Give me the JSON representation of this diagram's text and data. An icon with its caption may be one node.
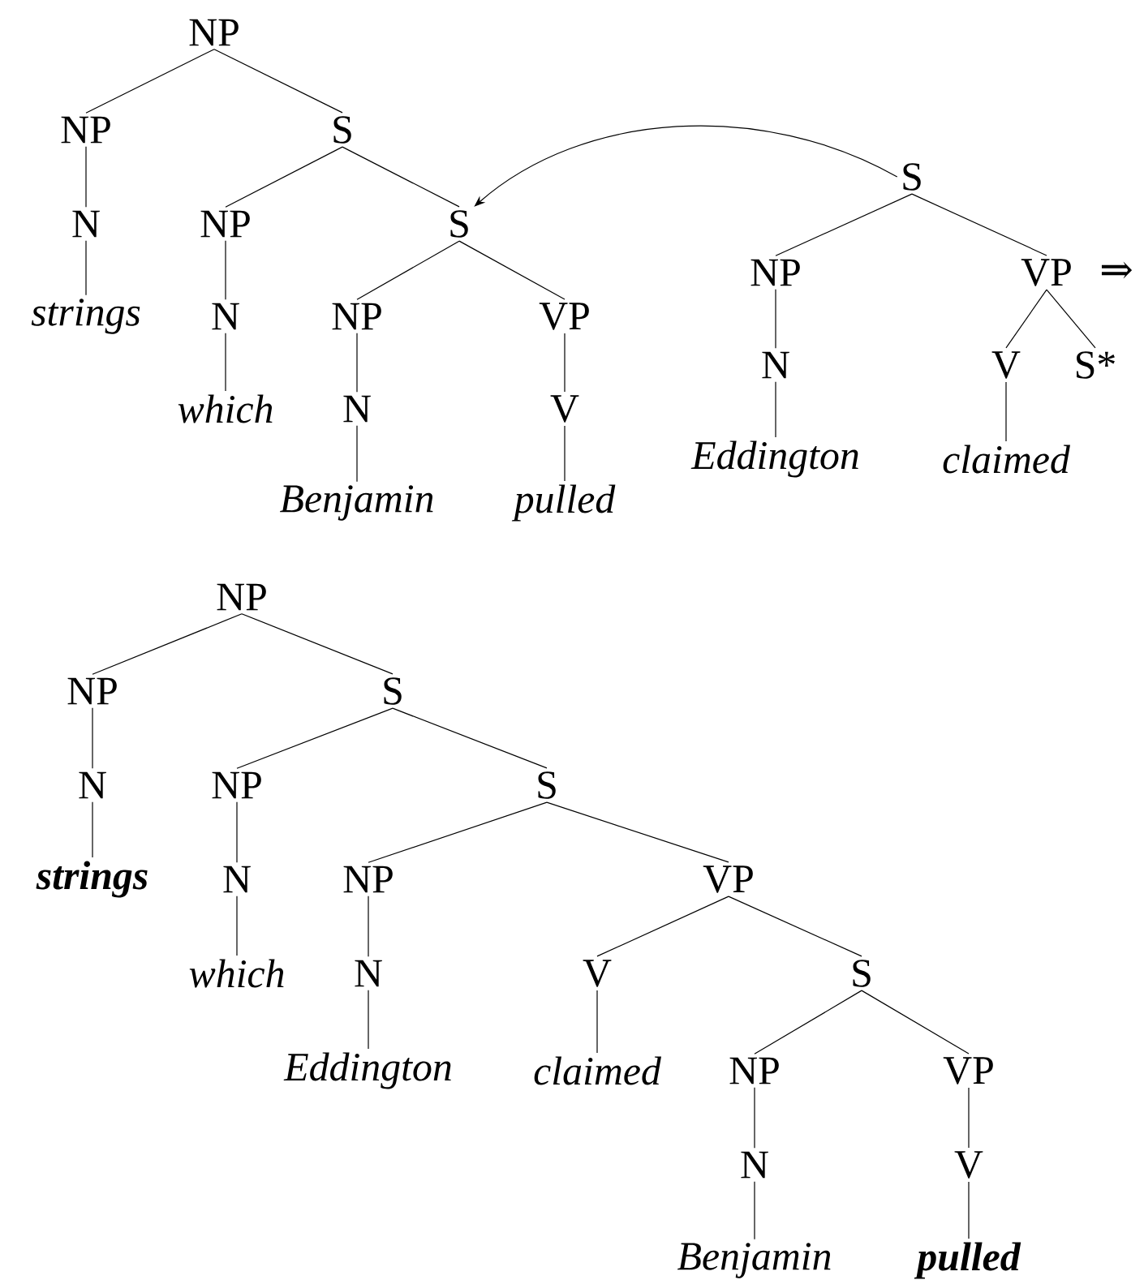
{
  "diagram": {
    "nodes": [
      {
        "text": [
          "NP"
        ]
      },
      {
        "text": [
          "NP"
        ]
      },
      {
        "text": [
          "S"
        ]
      },
      {
        "text": [
          "N"
        ]
      },
      {
        "text": [
          "NP"
        ]
      },
      {
        "text": [
          "S"
        ]
      },
      {
        "text": [
          "strings"
        ]
      },
      {
        "text": [
          "N"
        ]
      },
      {
        "text": [
          "NP"
        ]
      },
      {
        "text": [
          "VP"
        ]
      },
      {
        "text": [
          "which"
        ]
      },
      {
        "text": [
          "N"
        ]
      },
      {
        "text": [
          "V"
        ]
      },
      {
        "text": [
          "Benjamin"
        ]
      },
      {
        "text": [
          "pulled"
        ]
      },
      {
        "text": [
          "S"
        ]
      },
      {
        "text": [
          "NP"
        ]
      },
      {
        "text": [
          "VP"
        ]
      },
      {
        "text": [
          "N"
        ]
      },
      {
        "text": [
          "V"
        ]
      },
      {
        "text": [
          "S*"
        ]
      },
      {
        "text": [
          "Eddington"
        ]
      },
      {
        "text": [
          "claimed"
        ]
      },
      {
        "text": [
          "NP"
        ]
      },
      {
        "text": [
          "NP"
        ]
      },
      {
        "text": [
          "S"
        ]
      },
      {
        "text": [
          "N"
        ]
      },
      {
        "text": [
          "NP"
        ]
      },
      {
        "text": [
          "S"
        ]
      },
      {
        "text": [
          "strings"
        ]
      },
      {
        "text": [
          "N"
        ]
      },
      {
        "text": [
          "NP"
        ]
      },
      {
        "text": [
          "VP"
        ]
      },
      {
        "text": [
          "which"
        ]
      },
      {
        "text": [
          "N"
        ]
      },
      {
        "text": [
          "V"
        ]
      },
      {
        "text": [
          "S"
        ]
      },
      {
        "text": [
          "Eddington"
        ]
      },
      {
        "text": [
          "claimed"
        ]
      },
      {
        "text": [
          "NP"
        ]
      },
      {
        "text": [
          "VP"
        ]
      },
      {
        "text": [
          "N"
        ]
      },
      {
        "text": [
          "V"
        ]
      },
      {
        "text": [
          "Benjamin"
        ]
      },
      {
        "text": [
          "pulled"
        ]
      }
    ],
    "edges": [
      {
        "from": 0,
        "to": 1,
        "arrow": "none"
      },
      {
        "from": 0,
        "to": 2,
        "arrow": "none"
      },
      {
        "from": 1,
        "to": 3,
        "arrow": "none"
      },
      {
        "from": 2,
        "to": 4,
        "arrow": "none"
      },
      {
        "from": 2,
        "to": 5,
        "arrow": "none"
      },
      {
        "from": 3,
        "to": 6,
        "arrow": "none"
      },
      {
        "from": 4,
        "to": 7,
        "arrow": "none"
      },
      {
        "from": 5,
        "to": 8,
        "arrow": "none"
      },
      {
        "from": 5,
        "to": 9,
        "arrow": "none"
      },
      {
        "from": 7,
        "to": 10,
        "arrow": "none"
      },
      {
        "from": 8,
        "to": 11,
        "arrow": "none"
      },
      {
        "from": 9,
        "to": 12,
        "arrow": "none"
      },
      {
        "from": 11,
        "to": 13,
        "arrow": "none"
      },
      {
        "from": 12,
        "to": 14,
        "arrow": "none"
      },
      {
        "from": 15,
        "to": 16,
        "arrow": "none"
      },
      {
        "from": 15,
        "to": 17,
        "arrow": "none"
      },
      {
        "from": 16,
        "to": 18,
        "arrow": "none"
      },
      {
        "from": 17,
        "to": 19,
        "arrow": "none"
      },
      {
        "from": 17,
        "to": 20,
        "arrow": "none"
      },
      {
        "from": 18,
        "to": 21,
        "arrow": "none"
      },
      {
        "from": 19,
        "to": 22,
        "arrow": "none"
      },
      {
        "from": 15,
        "to": 5,
        "arrow": "to"
      },
      {
        "from": 23,
        "to": 24,
        "arrow": "none"
      },
      {
        "from": 23,
        "to": 25,
        "arrow": "none"
      },
      {
        "from": 24,
        "to": 26,
        "arrow": "none"
      },
      {
        "from": 25,
        "to": 27,
        "arrow": "none"
      },
      {
        "from": 25,
        "to": 28,
        "arrow": "none"
      },
      {
        "from": 26,
        "to": 29,
        "arrow": "none"
      },
      {
        "from": 27,
        "to": 30,
        "arrow": "none"
      },
      {
        "from": 28,
        "to": 31,
        "arrow": "none"
      },
      {
        "from": 28,
        "to": 32,
        "arrow": "none"
      },
      {
        "from": 30,
        "to": 33,
        "arrow": "none"
      },
      {
        "from": 31,
        "to": 34,
        "arrow": "none"
      },
      {
        "from": 32,
        "to": 35,
        "arrow": "none"
      },
      {
        "from": 32,
        "to": 36,
        "arrow": "none"
      },
      {
        "from": 34,
        "to": 37,
        "arrow": "none"
      },
      {
        "from": 35,
        "to": 38,
        "arrow": "none"
      },
      {
        "from": 36,
        "to": 39,
        "arrow": "none"
      },
      {
        "from": 36,
        "to": 40,
        "arrow": "none"
      },
      {
        "from": 39,
        "to": 41,
        "arrow": "none"
      },
      {
        "from": 40,
        "to": 42,
        "arrow": "none"
      },
      {
        "from": 41,
        "to": 43,
        "arrow": "none"
      },
      {
        "from": 42,
        "to": 44,
        "arrow": "none"
      }
    ],
    "labels": [
      "⇒"
    ]
  }
}
